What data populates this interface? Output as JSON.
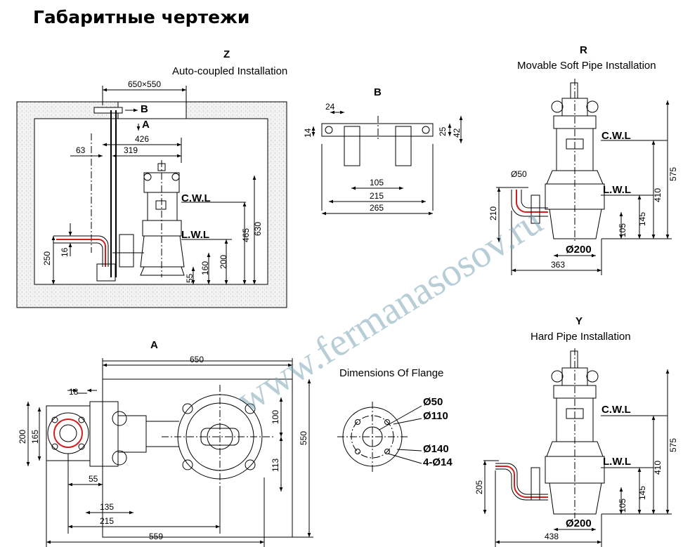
{
  "page_title": "Габаритные чертежи",
  "watermark": "www.fermanasosov.ru",
  "colors": {
    "line": "#000000",
    "pipe_accent": "#d01f1f",
    "watermark": "#7fa7b7",
    "concrete": "#efefef"
  },
  "view_z": {
    "letter": "Z",
    "caption": "Auto-coupled Installation",
    "dims": {
      "pit": "650×550",
      "b": "B",
      "a": "A",
      "d426": "426",
      "d63": "63",
      "d319": "319",
      "cwl": "C.W.L",
      "lwl": "L.W.L",
      "d630": "630",
      "d465": "465",
      "d200": "200",
      "d160": "160",
      "d55": "55",
      "d250": "250",
      "d16": "16"
    }
  },
  "view_b": {
    "letter": "B",
    "dims": {
      "d24": "24",
      "d14": "14",
      "d25": "25",
      "d42": "42",
      "d105": "105",
      "d215": "215",
      "d265": "265"
    }
  },
  "view_r": {
    "letter": "R",
    "caption": "Movable Soft Pipe Installation",
    "dims": {
      "cwl": "C.W.L",
      "lwl": "L.W.L",
      "d575": "575",
      "d410": "410",
      "d145": "145",
      "d105": "105",
      "d50": "Ø50",
      "d210": "210",
      "d200": "Ø200",
      "d363": "363"
    }
  },
  "view_a": {
    "letter": "A",
    "dims": {
      "d650": "650",
      "d18": "18",
      "d200": "200",
      "d165": "165",
      "d100": "100",
      "d550": "550",
      "d113": "113",
      "d55": "55",
      "d135": "135",
      "d215": "215",
      "d559": "559"
    }
  },
  "flange": {
    "caption": "Dimensions Of Flange",
    "dims": {
      "d50": "Ø50",
      "d110": "Ø110",
      "d140": "Ø140",
      "holes": "4-Ø14"
    }
  },
  "view_y": {
    "letter": "Y",
    "caption": "Hard Pipe Installation",
    "dims": {
      "cwl": "C.W.L",
      "lwl": "L.W.L",
      "d575": "575",
      "d410": "410",
      "d145": "145",
      "d105": "105",
      "d205": "205",
      "d200": "Ø200",
      "d438": "438"
    }
  }
}
